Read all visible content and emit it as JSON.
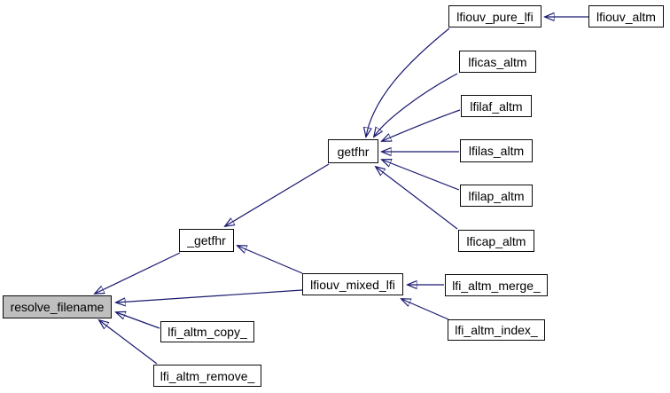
{
  "diagram": {
    "type": "call-graph",
    "background_color": "#ffffff",
    "edge_color": "#191970",
    "node_border_color": "#0a0a0a",
    "node_fill_color": "#ffffff",
    "highlighted_node_fill_color": "#bfbfbf",
    "highlighted_node": "resolve_filename",
    "nodes": {
      "resolve_filename": {
        "label": "resolve_filename"
      },
      "lfi_altm_copy_": {
        "label": "lfi_altm_copy_"
      },
      "lfi_altm_remove_": {
        "label": "lfi_altm_remove_"
      },
      "_getfhr": {
        "label": "_getfhr"
      },
      "lfiouv_mixed_lfi": {
        "label": "lfiouv_mixed_lfi"
      },
      "getfhr": {
        "label": "getfhr"
      },
      "lfiouv_pure_lfi": {
        "label": "lfiouv_pure_lfi"
      },
      "lfiouv_altm": {
        "label": "lfiouv_altm"
      },
      "lficas_altm": {
        "label": "lficas_altm"
      },
      "lfilaf_altm": {
        "label": "lfilaf_altm"
      },
      "lfilas_altm": {
        "label": "lfilas_altm"
      },
      "lfilap_altm": {
        "label": "lfilap_altm"
      },
      "lficap_altm": {
        "label": "lficap_altm"
      },
      "lfi_altm_merge_": {
        "label": "lfi_altm_merge_"
      },
      "lfi_altm_index_": {
        "label": "lfi_altm_index_"
      }
    },
    "edges": [
      {
        "from": "lfiouv_altm",
        "to": "lfiouv_pure_lfi"
      },
      {
        "from": "lfiouv_pure_lfi",
        "to": "getfhr"
      },
      {
        "from": "lficas_altm",
        "to": "getfhr"
      },
      {
        "from": "lfilaf_altm",
        "to": "getfhr"
      },
      {
        "from": "lfilas_altm",
        "to": "getfhr"
      },
      {
        "from": "lfilap_altm",
        "to": "getfhr"
      },
      {
        "from": "lficap_altm",
        "to": "getfhr"
      },
      {
        "from": "getfhr",
        "to": "_getfhr"
      },
      {
        "from": "lfiouv_mixed_lfi",
        "to": "_getfhr"
      },
      {
        "from": "_getfhr",
        "to": "resolve_filename"
      },
      {
        "from": "lfiouv_mixed_lfi",
        "to": "resolve_filename"
      },
      {
        "from": "lfi_altm_copy_",
        "to": "resolve_filename"
      },
      {
        "from": "lfi_altm_remove_",
        "to": "resolve_filename"
      },
      {
        "from": "lfi_altm_merge_",
        "to": "lfiouv_mixed_lfi"
      },
      {
        "from": "lfi_altm_index_",
        "to": "lfiouv_mixed_lfi"
      }
    ]
  }
}
